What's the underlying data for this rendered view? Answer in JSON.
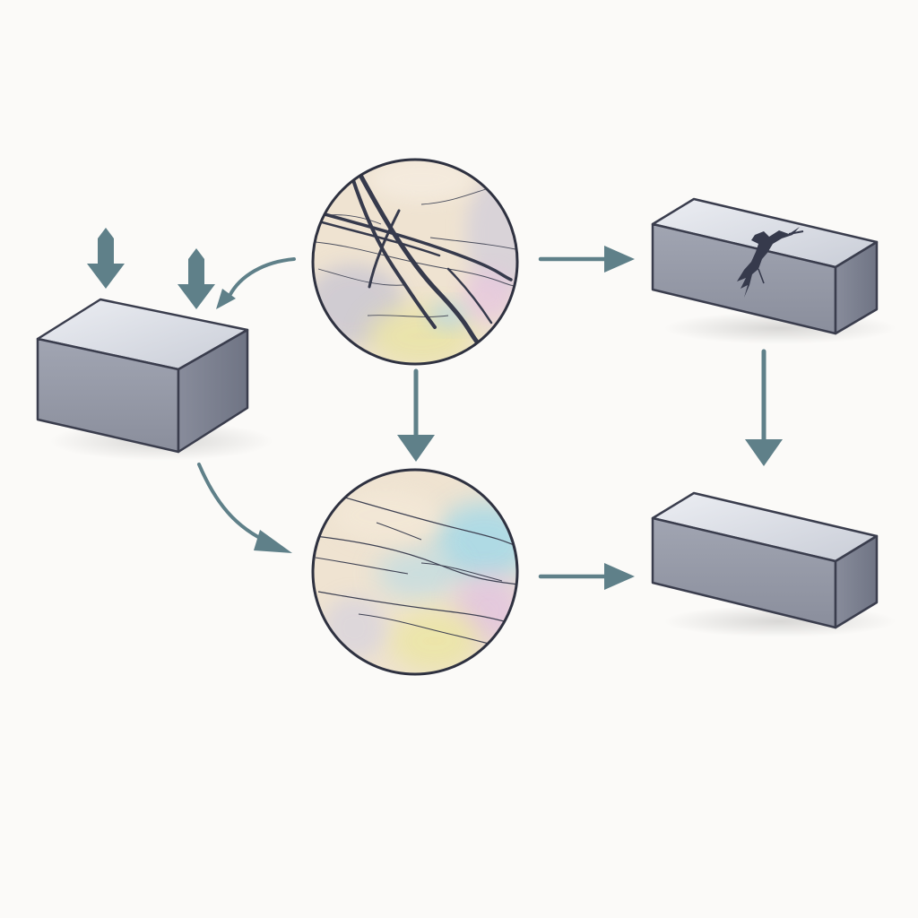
{
  "diagram": {
    "colors": {
      "background": "#fbfaf8",
      "arrow": "#5f8089",
      "block_top": "#dfe2e9",
      "block_front": "#9498a6",
      "block_side": "#7e8393",
      "outline": "#3a3d4d",
      "crack_heavy": "#363a4c",
      "circle_base": "#efe3d1"
    },
    "nodes": [
      {
        "id": "loaded-block",
        "kind": "block",
        "icon": "rectangular-block-icon"
      },
      {
        "id": "microstructure-heavy-cracks",
        "kind": "circle",
        "icon": "magnified-grain-cracks-icon"
      },
      {
        "id": "cracked-block",
        "kind": "block",
        "icon": "fractured-block-icon"
      },
      {
        "id": "microstructure-fine-cracks",
        "kind": "circle",
        "icon": "magnified-grain-microcracks-icon"
      },
      {
        "id": "intact-block",
        "kind": "block",
        "icon": "elongated-block-icon"
      }
    ],
    "load_arrows": 2,
    "flow_arrows": [
      {
        "from": "microstructure-heavy-cracks",
        "to": "loaded-block"
      },
      {
        "from": "microstructure-heavy-cracks",
        "to": "cracked-block"
      },
      {
        "from": "microstructure-heavy-cracks",
        "to": "microstructure-fine-cracks"
      },
      {
        "from": "cracked-block",
        "to": "intact-block"
      },
      {
        "from": "loaded-block",
        "to": "microstructure-fine-cracks"
      },
      {
        "from": "microstructure-fine-cracks",
        "to": "intact-block"
      }
    ]
  }
}
